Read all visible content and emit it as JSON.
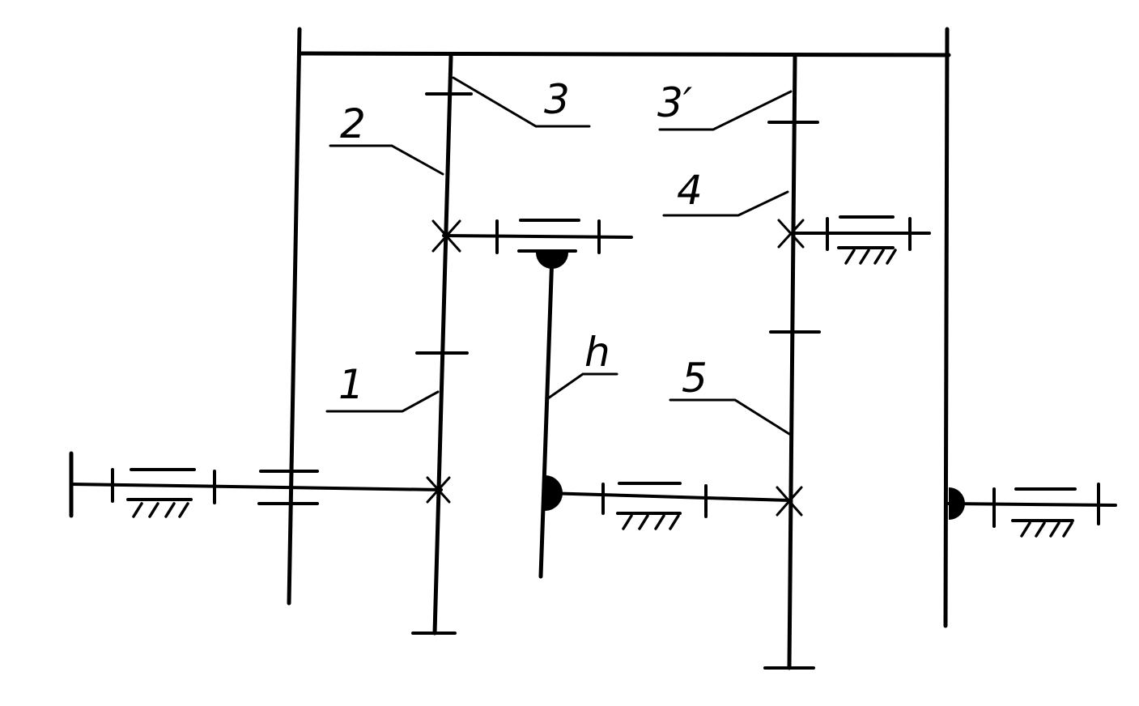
{
  "labels": {
    "l1": "1",
    "l2": "2",
    "l3": "3",
    "l3p": "3′",
    "l4": "4",
    "l5": "5",
    "lh": "h"
  },
  "colors": {
    "ink": "#000000",
    "background": "#ffffff"
  }
}
